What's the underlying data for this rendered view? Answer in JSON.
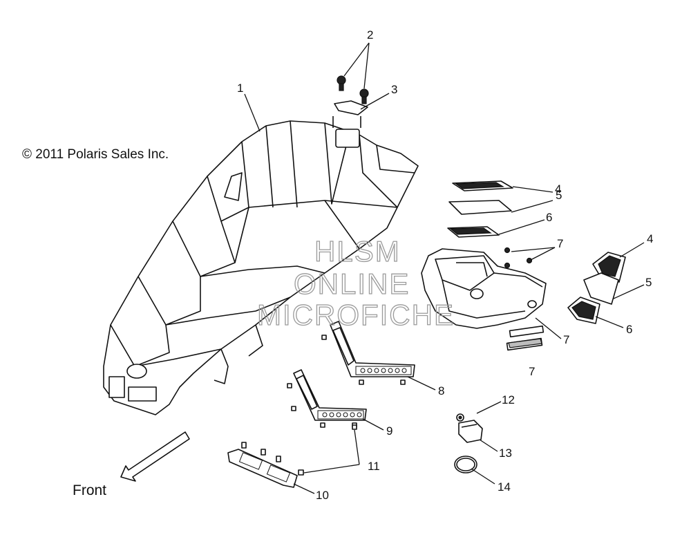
{
  "copyright": "© 2011 Polaris Sales Inc.",
  "direction_label": "Front",
  "watermark": {
    "line1": "HLSM",
    "line2": "ONLINE",
    "line3": "MICROFICHE"
  },
  "callouts": {
    "c1": "1",
    "c2": "2",
    "c3": "3",
    "c4a": "4",
    "c4b": "4",
    "c5a": "5",
    "c5b": "5",
    "c6a": "6",
    "c6b": "6",
    "c7a": "7",
    "c7b": "7",
    "c7c": "7",
    "c8": "8",
    "c9": "9",
    "c10": "10",
    "c11": "11",
    "c12": "12",
    "c13": "13",
    "c14": "14"
  }
}
